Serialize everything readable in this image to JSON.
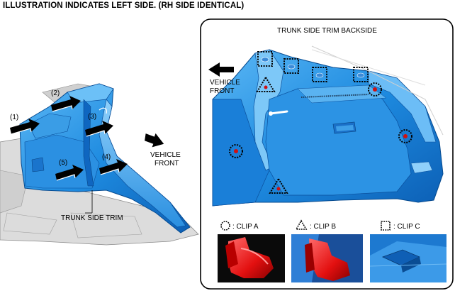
{
  "heading": "ILLUSTRATION INDICATES LEFT SIDE. (RH SIDE IDENTICAL)",
  "left_figure": {
    "numbers": [
      "(1)",
      "(2)",
      "(3)",
      "(4)",
      "(5)"
    ],
    "vehicle_front_line1": "VEHICLE",
    "vehicle_front_line2": "FRONT",
    "part_label": "TRUNK SIDE TRIM"
  },
  "right_panel": {
    "title": "TRUNK SIDE TRIM BACKSIDE",
    "vehicle_front_line1": "VEHICLE",
    "vehicle_front_line2": "FRONT"
  },
  "legend": {
    "clip_a": ": CLIP A",
    "clip_b": ": CLIP B",
    "clip_c": ": CLIP C"
  },
  "colors": {
    "trim_blue": "#1f8fe0",
    "trim_dark": "#0a4f9c",
    "clip_red": "#e01010",
    "floor_gray": "#d9d9d9"
  }
}
